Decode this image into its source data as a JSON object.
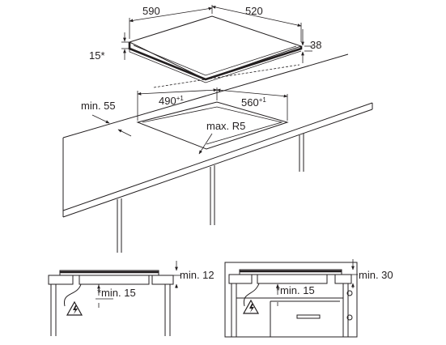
{
  "top_view": {
    "hob_width": "590",
    "hob_depth": "520",
    "hob_height": "38",
    "bevel": "15*",
    "cutout_width": "490",
    "cutout_width_tol": "+1",
    "cutout_depth": "560",
    "cutout_depth_tol": "+1",
    "edge_distance": "min. 55",
    "corner_radius": "max. R5"
  },
  "section_left": {
    "clearance_top": "min. 12",
    "clearance_below": "*min. 15"
  },
  "section_right": {
    "clearance_top": "min. 30",
    "clearance_below": "*min. 15"
  },
  "icons": {
    "warning": "electrical-hazard-warning-icon"
  }
}
